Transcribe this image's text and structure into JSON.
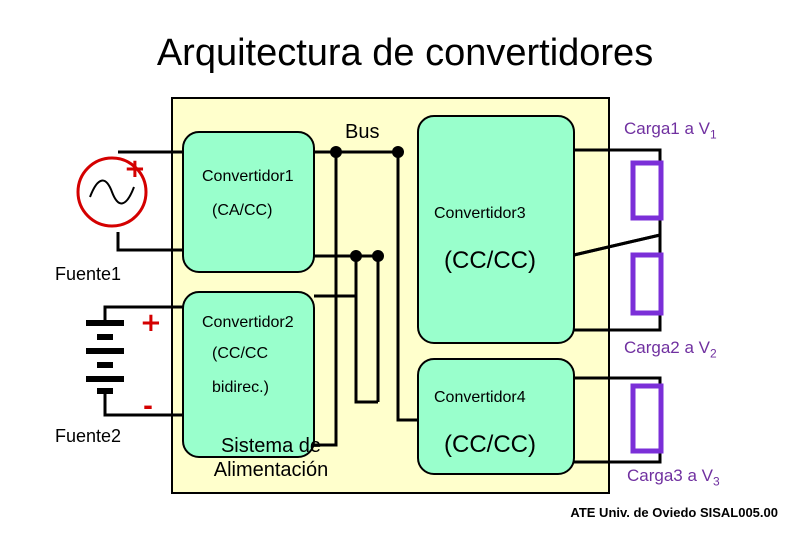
{
  "title": "Arquitectura de convertidores",
  "bus_label": "Bus",
  "sources": {
    "fuente1": "Fuente1",
    "fuente2": "Fuente2",
    "plus_sign": "+",
    "minus_sign": "-"
  },
  "converters": {
    "c1": {
      "name": "Convertidor1",
      "type": "(CA/CC)"
    },
    "c2": {
      "name": "Convertidor2",
      "type_line1": "(CC/CC",
      "type_line2": "bidirec.)"
    },
    "c3": {
      "name": "Convertidor3",
      "type": "(CC/CC)"
    },
    "c4": {
      "name": "Convertidor4",
      "type": "(CC/CC)"
    }
  },
  "loads": {
    "carga1": {
      "text": "Carga1 a V",
      "sub": "1"
    },
    "carga2": {
      "text": "Carga2 a V",
      "sub": "2"
    },
    "carga3": {
      "text": "Carga3 a V",
      "sub": "3"
    }
  },
  "system": {
    "line1": "Sistema de",
    "line2": "Alimentación"
  },
  "footer": "ATE Univ. de Oviedo SISAL005.00",
  "colors": {
    "system_bg": "#ffffcc",
    "converter_fill": "#99ffcc",
    "wire": "#000000",
    "ac_source": "#d40000",
    "load": "#7b2fd8"
  },
  "icons": [
    "ac-source-icon",
    "battery-icon",
    "resistor-icon"
  ]
}
